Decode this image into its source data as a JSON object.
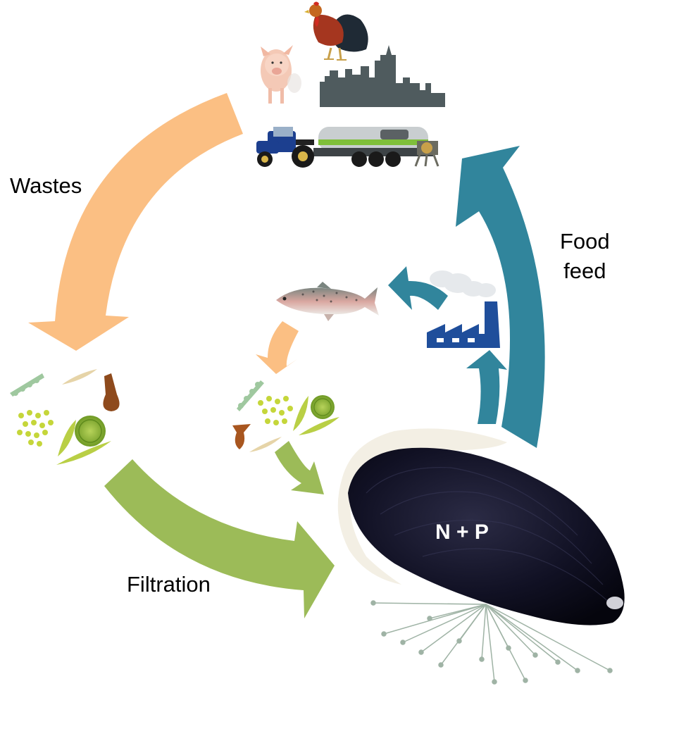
{
  "labels": {
    "wastes": "Wastes",
    "filtration": "Filtration",
    "food_feed_line1": "Food",
    "food_feed_line2": "feed",
    "mussel_content": "N + P"
  },
  "colors": {
    "wastes_arrow": "#fbbf83",
    "filtration_arrow": "#9cbb58",
    "food_feed_arrow": "#31859c",
    "factory": "#1f4e9b",
    "city_skyline": "#4f5b5e",
    "mussel_shell": "#0c0c1e",
    "algae_green": "#8db03a"
  },
  "icons": [
    "rooster-icon",
    "pig-icon",
    "city-skyline-icon",
    "tractor-with-slurry-tank-icon",
    "trout-fish-icon",
    "factory-icon",
    "smoke-cloud-icon",
    "phytoplankton-icon",
    "mussel-icon"
  ]
}
